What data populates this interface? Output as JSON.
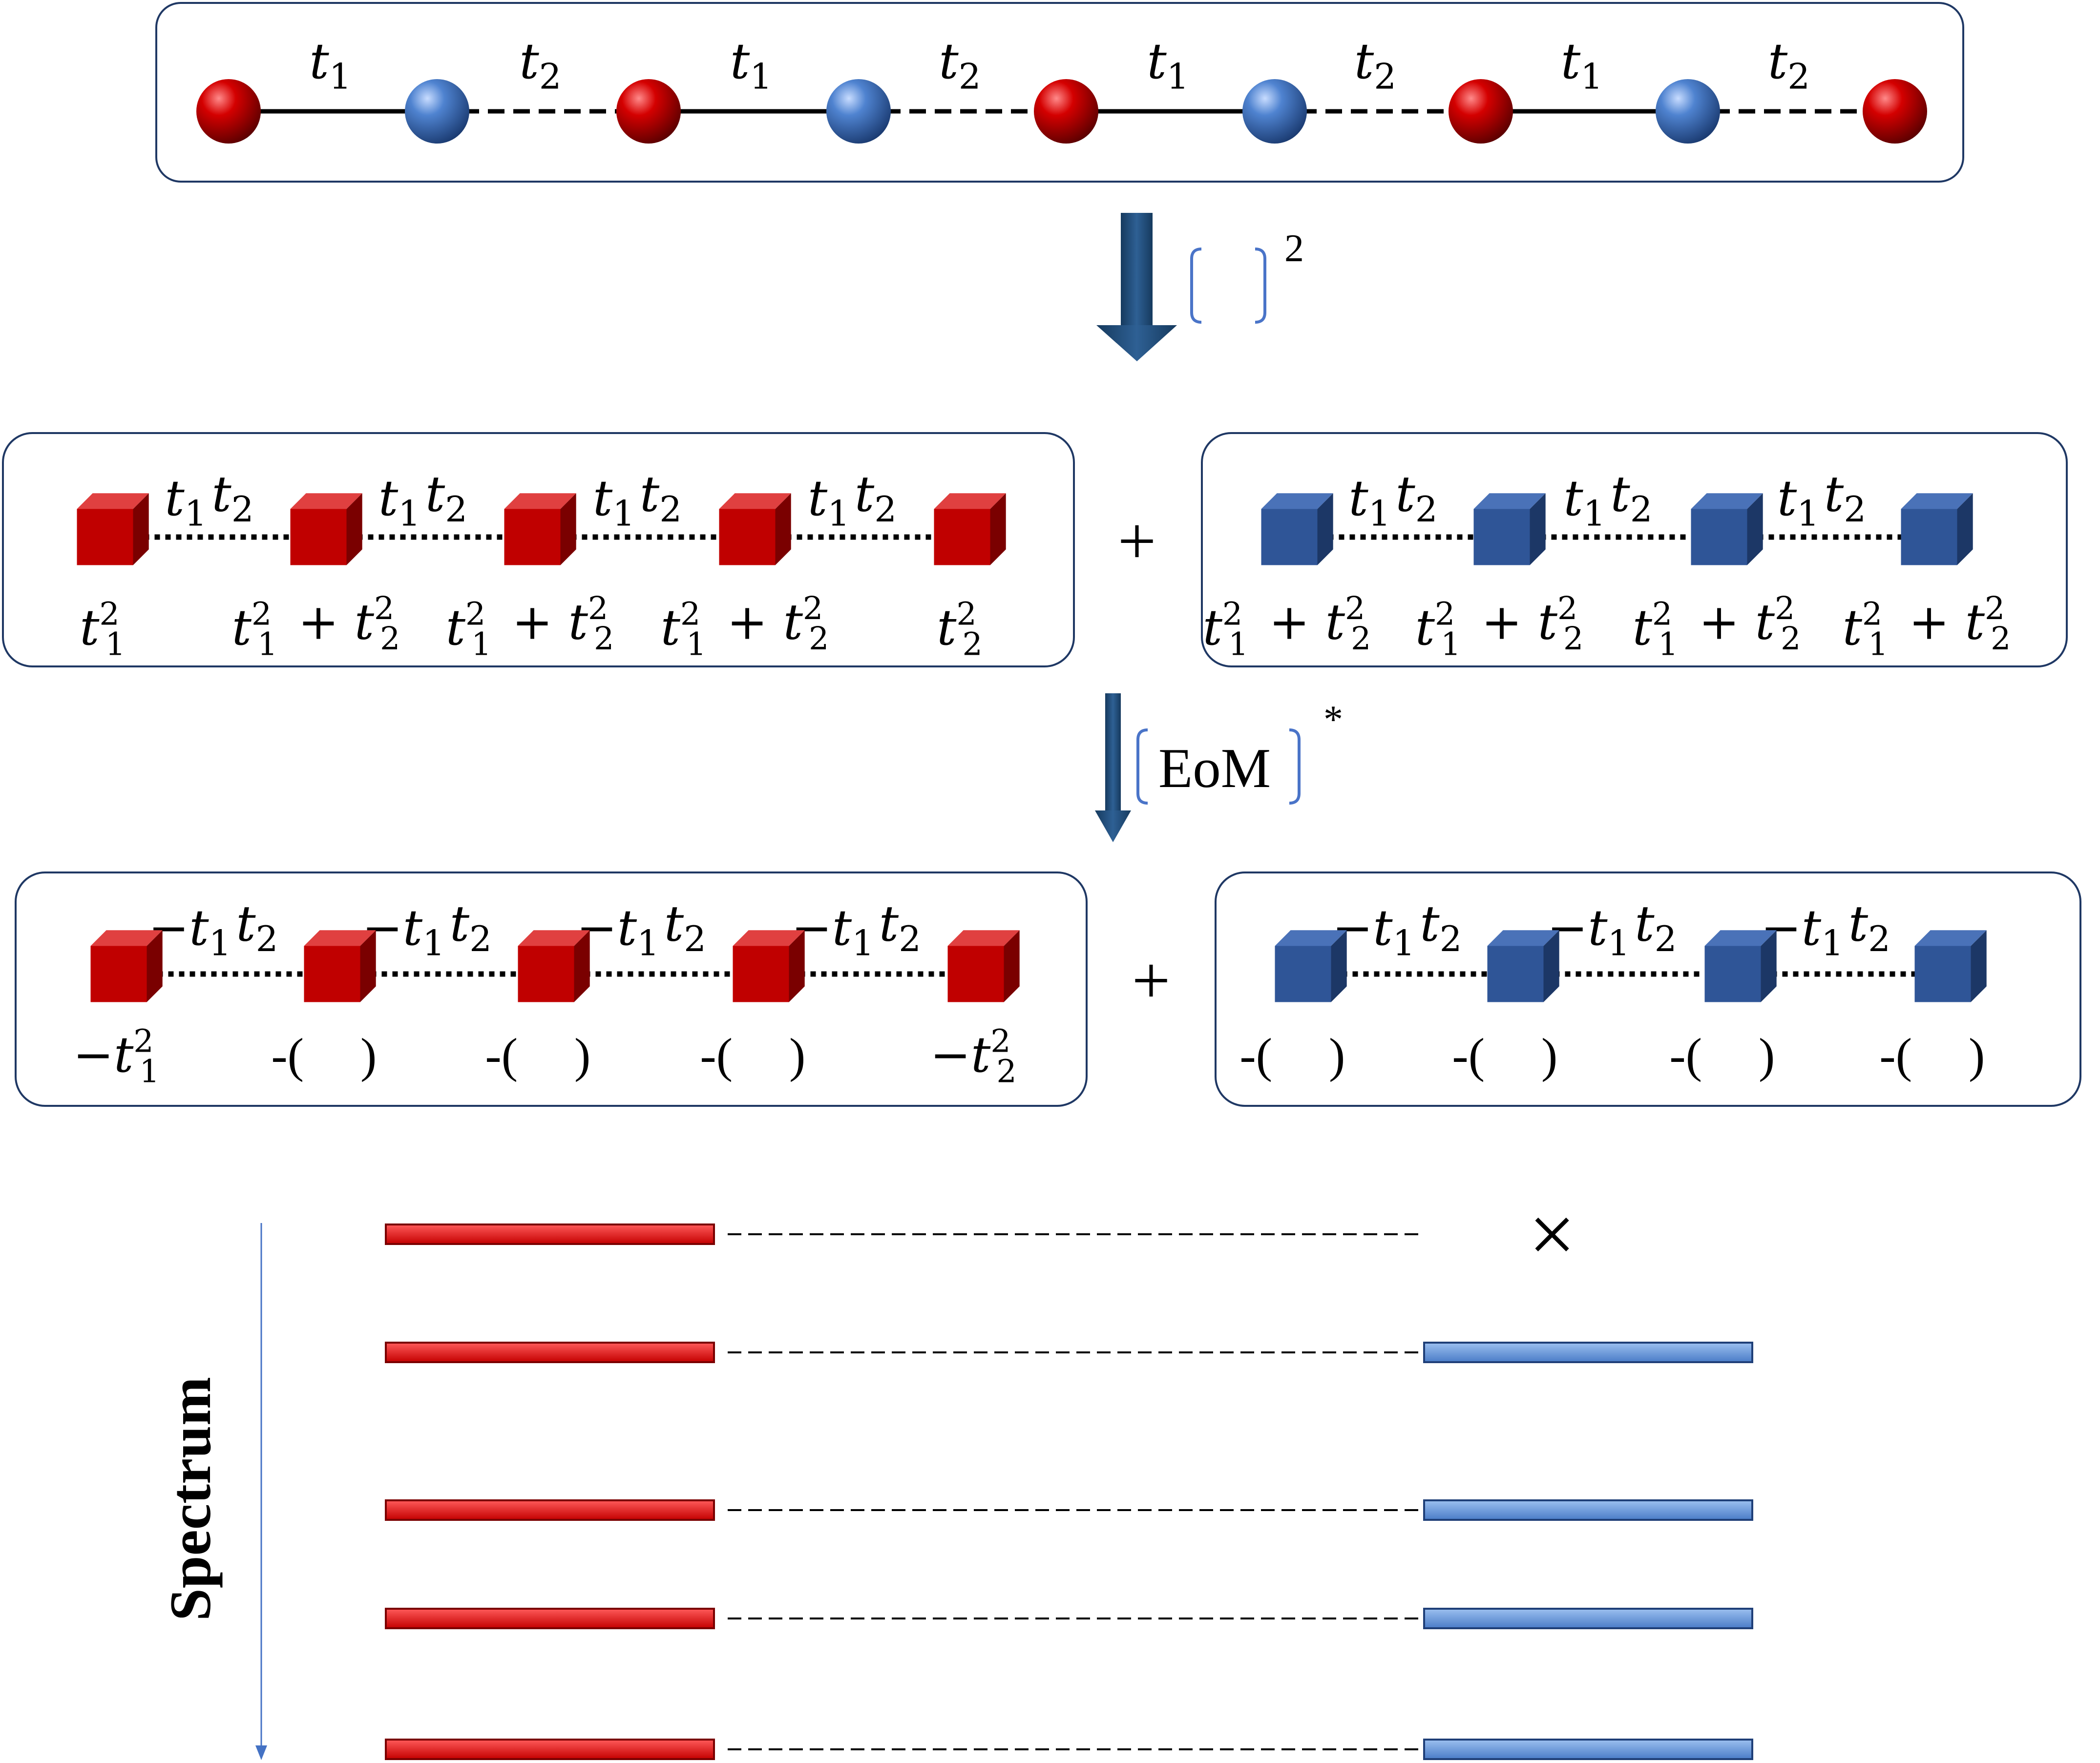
{
  "colors": {
    "red": "#c00000",
    "red_dark": "#7a0000",
    "blue": "#3f6fb5",
    "blue_dark": "#1f3f78",
    "arrow": "#1f4e79",
    "box_stroke": "#1f3864",
    "bracket": "#4a74c8",
    "spectrum_line": "#4472c4"
  },
  "chain": {
    "hoppings": [
      "t1",
      "t2",
      "t1",
      "t2",
      "t1",
      "t2",
      "t1",
      "t2"
    ],
    "sites": [
      "red",
      "blue",
      "red",
      "blue",
      "red",
      "blue",
      "red",
      "blue",
      "red"
    ]
  },
  "op_square": {
    "exponent": "2"
  },
  "op_eom": {
    "label": "EoM",
    "superscript": "*"
  },
  "plus_sign": "+",
  "cross_mark": "×",
  "neg_paren": {
    "open": "-(",
    "close": ")"
  },
  "spectrum_label": "Spectrum",
  "spectrum_levels": [
    {
      "red": true,
      "blue": false
    },
    {
      "red": true,
      "blue": true
    },
    {
      "red": true,
      "blue": true
    },
    {
      "red": true,
      "blue": true
    },
    {
      "red": true,
      "blue": true
    }
  ]
}
